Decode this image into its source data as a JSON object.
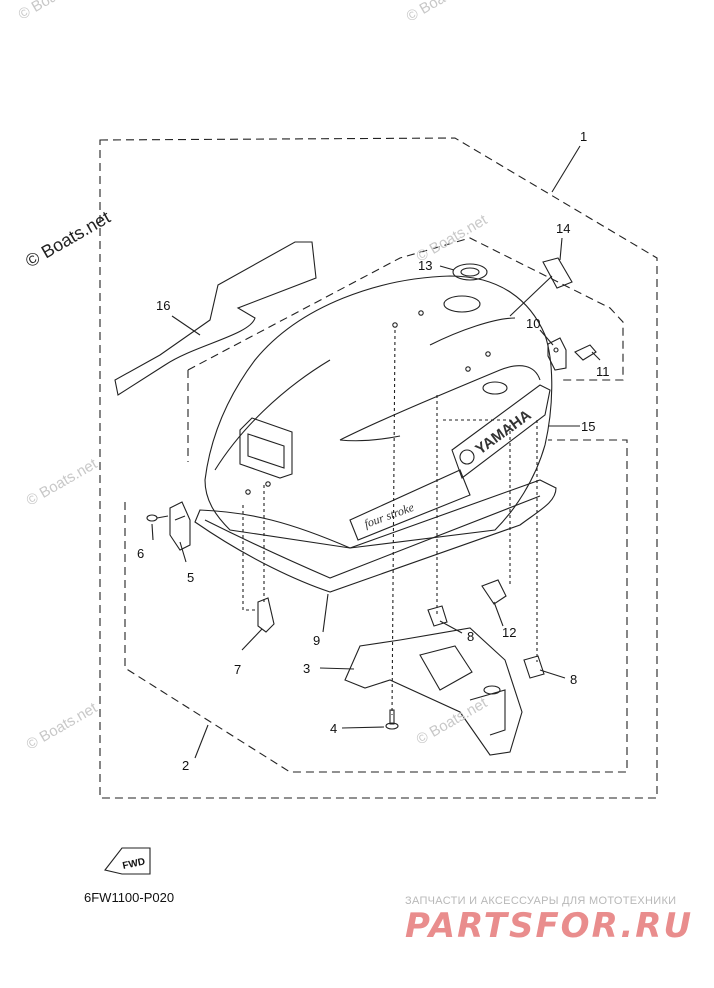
{
  "watermarks": {
    "main": "© Boats.net",
    "faint": "© Boats.net"
  },
  "callouts": [
    "1",
    "2",
    "3",
    "4",
    "5",
    "6",
    "7",
    "8",
    "8",
    "9",
    "10",
    "11",
    "12",
    "13",
    "14",
    "15",
    "16"
  ],
  "cowling_text": {
    "brand": "YAMAHA",
    "script": "four stroke",
    "fwd": "FWD"
  },
  "diagram_code": "6FW1100-P020",
  "footer": {
    "tagline": "ЗАПЧАСТИ И АКСЕССУАРЫ ДЛЯ МОТОТЕХНИКИ",
    "brand": "PARTSFOR.RU",
    "brand_color": "#e98d8d"
  }
}
